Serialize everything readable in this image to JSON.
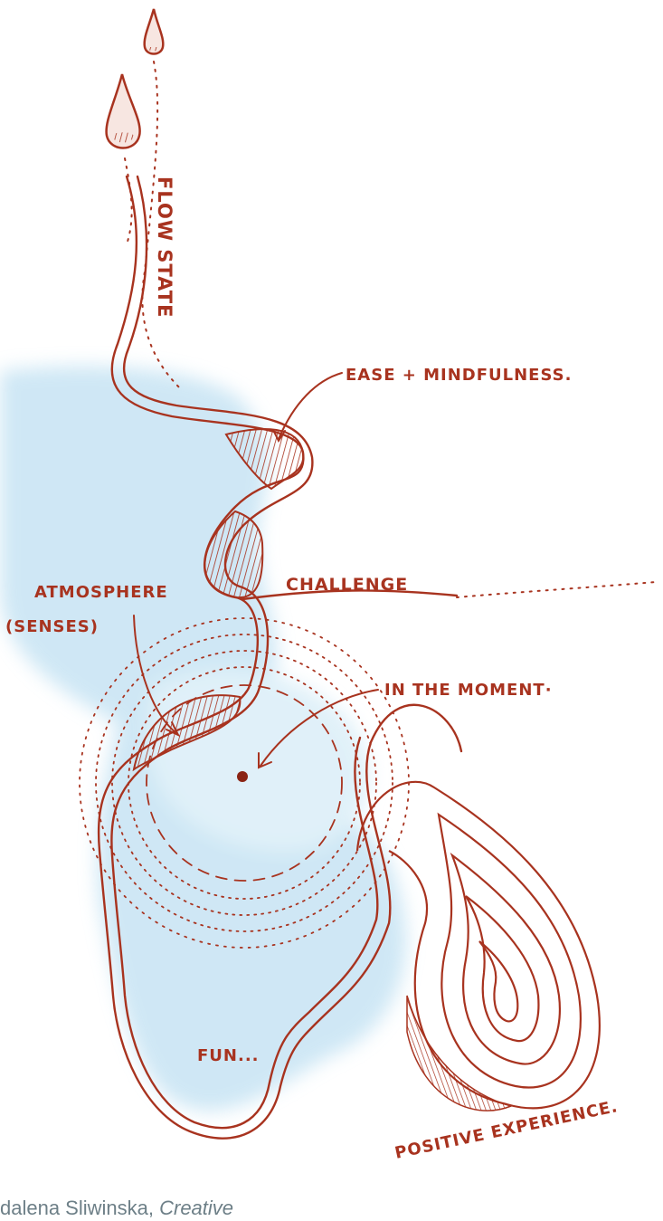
{
  "labels": {
    "flow_state": "FLOW STATE",
    "ease": "EASE + MINDFULNESS.",
    "challenge": "CHALLENGE",
    "atmosphere": "ATMOSPHERE",
    "senses": "(SENSES)",
    "moment": "IN THE MOMENT·",
    "fun": "FUN...",
    "positive": "POSITIVE EXPERIENCE."
  },
  "caption": {
    "prefix": "dalena Sliwinska, ",
    "italic": "Creative"
  },
  "colors": {
    "ink": "#a8331f",
    "watercolor": "#bfe0f2",
    "caption": "#6d7f87"
  }
}
